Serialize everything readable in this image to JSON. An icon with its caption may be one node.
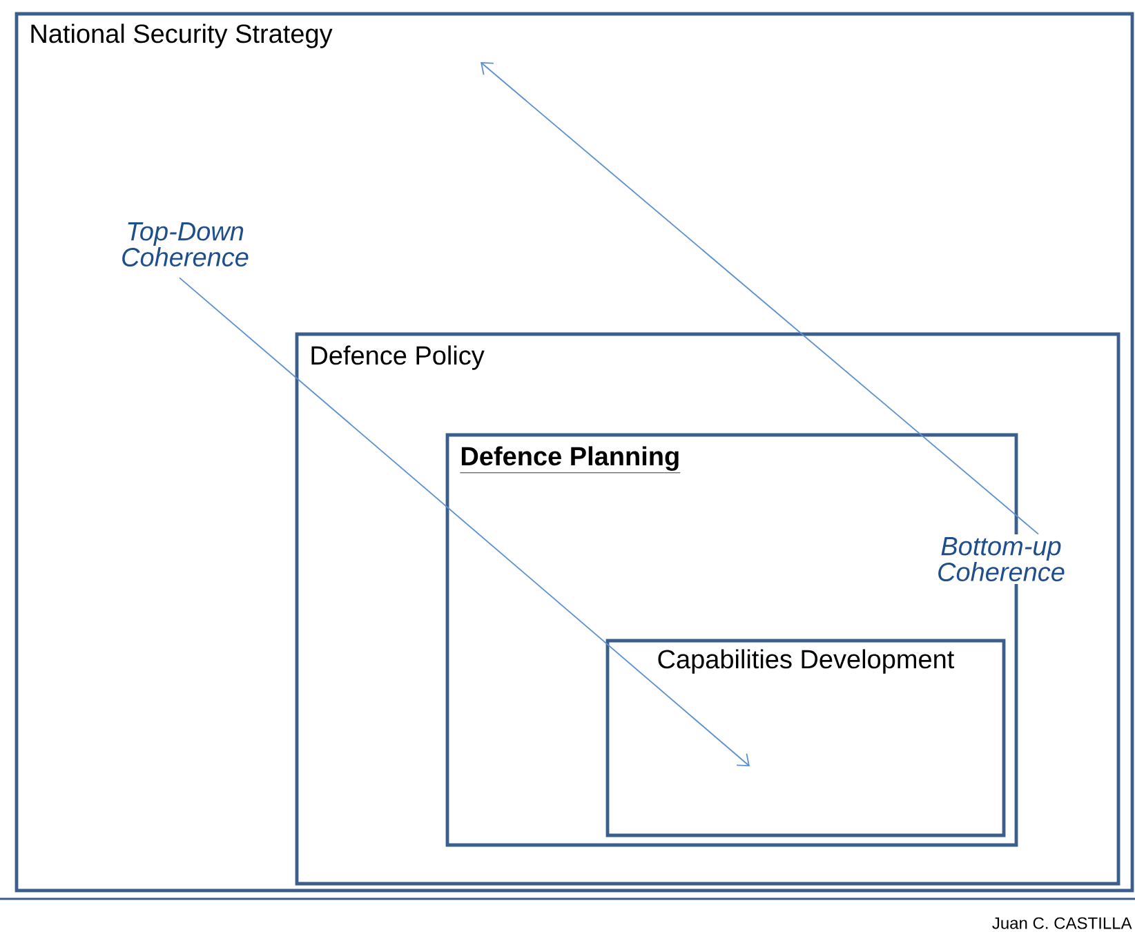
{
  "diagram": {
    "nodes": [
      {
        "text": [
          "National Security Strategy"
        ]
      },
      {
        "text": [
          "Defence Policy"
        ],
        "in": 0
      },
      {
        "text": [
          "Defence Planning"
        ],
        "in": 1
      },
      {
        "text": [
          "Capabilities Development"
        ],
        "in": 2
      },
      {
        "text": [
          "Top-Down Coherence"
        ],
        "in": 0
      },
      {
        "text": [
          "Bottom-up Coherence"
        ],
        "in": 1
      }
    ],
    "edges": [
      {
        "from": 4,
        "to": 3,
        "arrow": "to"
      },
      {
        "from": 5,
        "to": 0,
        "arrow": "to"
      }
    ],
    "labels": [
      "Juan C. CASTILLA"
    ]
  }
}
